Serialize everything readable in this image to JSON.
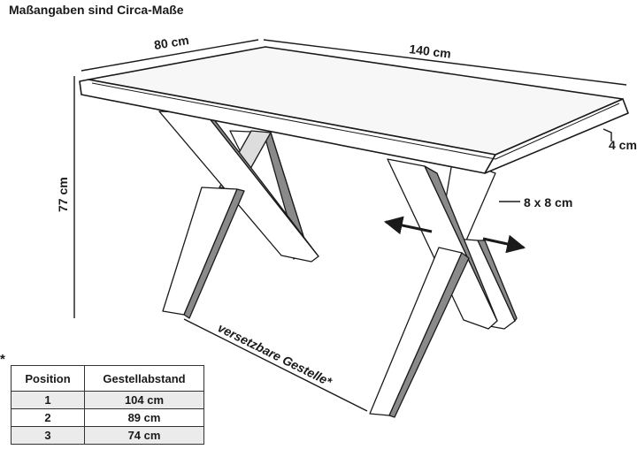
{
  "heading": "Maßangaben sind Circa-Maße",
  "dimensions": {
    "depth": "80 cm",
    "length": "140 cm",
    "height": "77 cm",
    "thickness": "4 cm",
    "leg_profile": "8 x 8 cm",
    "adjustable": "versetzbare Gestelle*"
  },
  "footnote_marker": "*",
  "table": {
    "headers": [
      "Position",
      "Gestellabstand"
    ],
    "rows": [
      [
        "1",
        "104 cm"
      ],
      [
        "2",
        "89 cm"
      ],
      [
        "3",
        "74 cm"
      ]
    ]
  },
  "colors": {
    "line": "#1a1a1a",
    "table_stripe": "#ebebeb"
  }
}
